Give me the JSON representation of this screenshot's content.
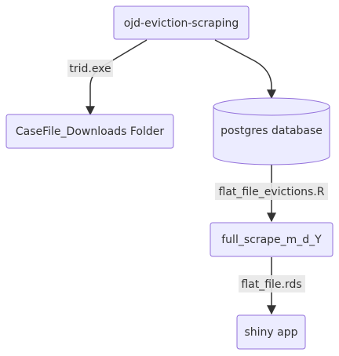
{
  "diagram": {
    "type": "flowchart",
    "colors": {
      "node_fill": "#ECECFF",
      "node_stroke": "#9370DB",
      "edge": "#333333",
      "label_bg": "#e8e8e8",
      "text": "#333333"
    },
    "nodes": {
      "scraper": {
        "label": "ojd-eviction-scraping",
        "shape": "rectangle"
      },
      "downloads": {
        "label": "CaseFile_Downloads Folder",
        "shape": "rectangle"
      },
      "database": {
        "label": "postgres database",
        "shape": "cylinder"
      },
      "scrape": {
        "label": "full_scrape_m_d_Y",
        "shape": "rectangle"
      },
      "app": {
        "label": "shiny app",
        "shape": "rectangle"
      }
    },
    "edges": {
      "scraper_to_downloads": {
        "from": "scraper",
        "to": "downloads",
        "label": "trid.exe"
      },
      "scraper_to_database": {
        "from": "scraper",
        "to": "database",
        "label": ""
      },
      "database_to_scrape": {
        "from": "database",
        "to": "scrape",
        "label": "flat_file_evictions.R"
      },
      "scrape_to_app": {
        "from": "scrape",
        "to": "app",
        "label": "flat_file.rds"
      }
    }
  }
}
